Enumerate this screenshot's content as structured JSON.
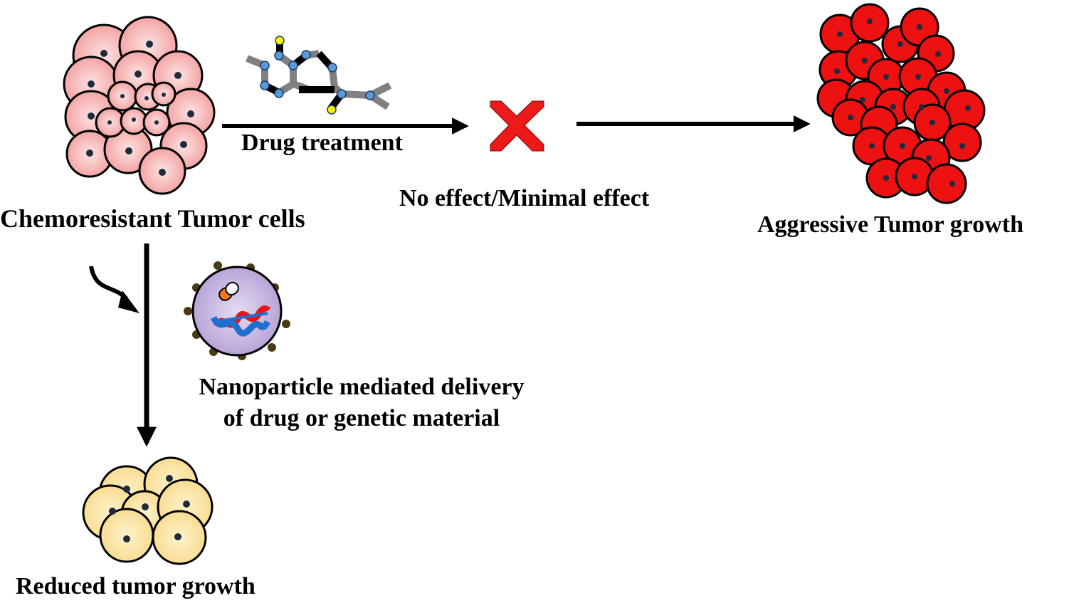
{
  "labels": {
    "chemoresistant": "Chemoresistant Tumor cells",
    "drug_treatment": "Drug treatment",
    "no_effect": "No effect/Minimal effect",
    "aggressive": "Aggressive Tumor growth",
    "nanoparticle_line1": "Nanoparticle mediated delivery",
    "nanoparticle_line2": "of drug or genetic material",
    "reduced": "Reduced tumor growth"
  },
  "colors": {
    "chemoresistant_cell": "#f4a7a7",
    "chemoresistant_core": "#f9dada",
    "aggressive_cell": "#ee1111",
    "reduced_cell": "#fbe6a8",
    "nucleus": "#1f2a3a",
    "cross": "#ee1a1a",
    "molecule_bond": "#808080",
    "molecule_atom_blue": "#5b9bd5",
    "molecule_atom_yellow": "#f5f500",
    "nanoparticle_fill": "#c6b4e0",
    "nanoparticle_dots": "#4a3a12",
    "dna_blue": "#1f6fd0",
    "dna_red": "#e81515",
    "capsule_orange": "#f07a1a"
  }
}
